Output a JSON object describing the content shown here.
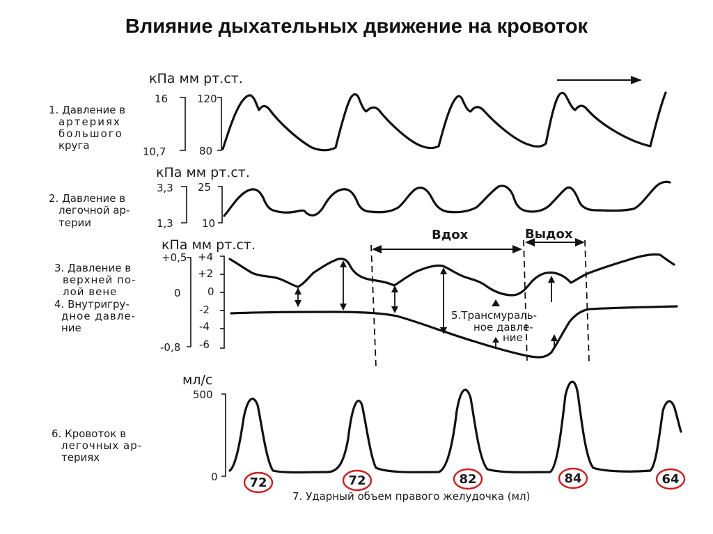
{
  "title": "Влияние дыхательных движение на кровоток",
  "panel1": {
    "units": "кПа мм рт.ст.",
    "label": [
      "1. Давление в",
      "артериях",
      "большого",
      "круга"
    ],
    "kpa_ticks": [
      "16",
      "10,7"
    ],
    "mmhg_ticks": [
      "120",
      "80"
    ]
  },
  "panel2": {
    "units": "кПа мм рт.ст.",
    "label": [
      "2. Давление в",
      "легочной ар-",
      "терии"
    ],
    "kpa_ticks": [
      "3,3",
      "1,3"
    ],
    "mmhg_ticks": [
      "25",
      "10"
    ]
  },
  "panel3": {
    "units": "кПа мм рт.ст.",
    "label3": [
      "3. Давление в",
      "верхней по-",
      "лой вене"
    ],
    "label4": [
      "4. Внутригру-",
      "дное давле-",
      "ние"
    ],
    "kpa_ticks": [
      "+0,5",
      "0",
      "-0,8"
    ],
    "mmhg_ticks": [
      "+4",
      "+2",
      "0",
      "-2",
      "-4",
      "-6"
    ],
    "inhale": "Вдох",
    "exhale": "Выдох",
    "transmural": [
      "5.Трансмураль-",
      "ное давле-",
      "ние"
    ]
  },
  "panel4": {
    "units": "мл/с",
    "label": [
      "6. Кровоток в",
      "легочных ар-",
      "териях"
    ],
    "ticks": [
      "500",
      "0"
    ],
    "stroke_volumes": [
      "72",
      "72",
      "82",
      "84",
      "64"
    ],
    "caption": "7. Ударный объем правого желудочка (мл)"
  },
  "colors": {
    "trace": "#111111",
    "highlight_circle": "#d41a1a"
  },
  "icons": {
    "direction": "right-arrow-icon"
  }
}
